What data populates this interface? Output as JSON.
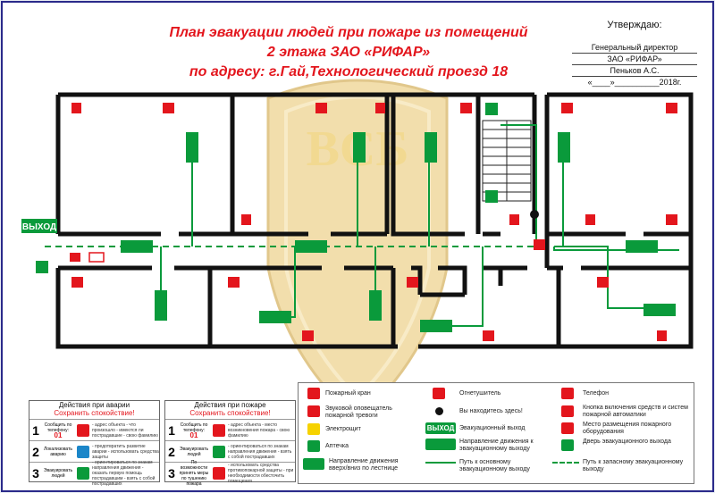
{
  "title": {
    "line1": "План эвакуации людей при пожаре из помещений",
    "line2": "2 этажа ЗАО «РИФАР»",
    "line3": "по адресу: г.Гай,Технологический проезд 18"
  },
  "approval": {
    "heading": "Утверждаю:",
    "position": "Генеральный директор",
    "company": "ЗАО «РИФАР»",
    "name": "Пеньков А.С.",
    "date": "«____»__________2018г."
  },
  "exit_sign": "ВЫХОД",
  "watermark": "ВСБ",
  "colors": {
    "red": "#e3161d",
    "green": "#0a9a3b",
    "wall": "#111111",
    "background": "#e9edf4"
  },
  "emergency_panel": {
    "title": "Действия при аварии",
    "subtitle": "Сохранить спокойствие!",
    "steps": [
      {
        "num": "1",
        "action": "Сообщить по телефону:",
        "value": "01",
        "text": "- адрес объекта\n- что произошло\n- имеются ли пострадавшие\n- свою фамилию"
      },
      {
        "num": "2",
        "action": "Локализовать аварию",
        "value": "",
        "text": "- предотвратить развитие аварии\n- использовать средства защиты"
      },
      {
        "num": "3",
        "action": "Эвакуировать людей",
        "value": "",
        "text": "- ориентироваться по знакам направления движения\n- оказать первую помощь пострадавшим\n- взять с собой пострадавших"
      }
    ]
  },
  "fire_panel": {
    "title": "Действия при пожаре",
    "subtitle": "Сохранить спокойствие!",
    "steps": [
      {
        "num": "1",
        "action": "Сообщить по телефону:",
        "value": "01",
        "text": "- адрес объекта\n- место возникновения пожара\n- свою фамилию"
      },
      {
        "num": "2",
        "action": "Эвакуировать людей",
        "value": "",
        "text": "- ориентироваться по знакам направления движения\n- взять с собой пострадавших"
      },
      {
        "num": "3",
        "action": "По возможности принять меры по тушению пожара",
        "value": "",
        "text": "- использовать средства противопожарной защиты\n- при необходимости обесточить помещения"
      }
    ]
  },
  "legend": {
    "col1": [
      "Пожарный кран",
      "Звуковой оповещатель пожарной тревоги",
      "Электрощит",
      "Аптечка",
      "Направление движения вверх/вниз по лестнице"
    ],
    "col2": [
      "Огнетушитель",
      "Вы находитесь здесь!",
      "Эвакуационный выход",
      "Направление движения к эвакуационному выходу",
      "Путь к основному эвакуационному выходу"
    ],
    "col3": [
      "Телефон",
      "Кнопка включения средств и систем пожарной автоматики",
      "Место размещения пожарного оборудования",
      "Дверь эвакуационного выхода",
      "Путь к запасному эвакуационному выходу"
    ],
    "col2_exit_label": "ВЫХОД"
  }
}
